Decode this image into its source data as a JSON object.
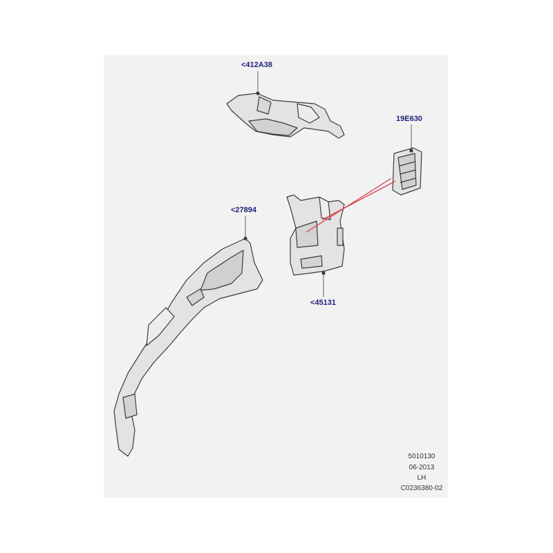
{
  "colors": {
    "sheet_background": "#f2f2f2",
    "callout_text": "#1f1f7a",
    "part_fill": "#e3e3e3",
    "part_stroke": "#3a3a3a",
    "highlight_line": "#d63a4a"
  },
  "callouts": [
    {
      "id": "c1",
      "text": "<412A38"
    },
    {
      "id": "c2",
      "text": "19E630"
    },
    {
      "id": "c3",
      "text": "<27894"
    },
    {
      "id": "c4",
      "text": "<45131"
    }
  ],
  "stamp": {
    "line1": "5010130",
    "line2": "06-2013",
    "line3": "LH",
    "line4": "C0236380-02"
  }
}
